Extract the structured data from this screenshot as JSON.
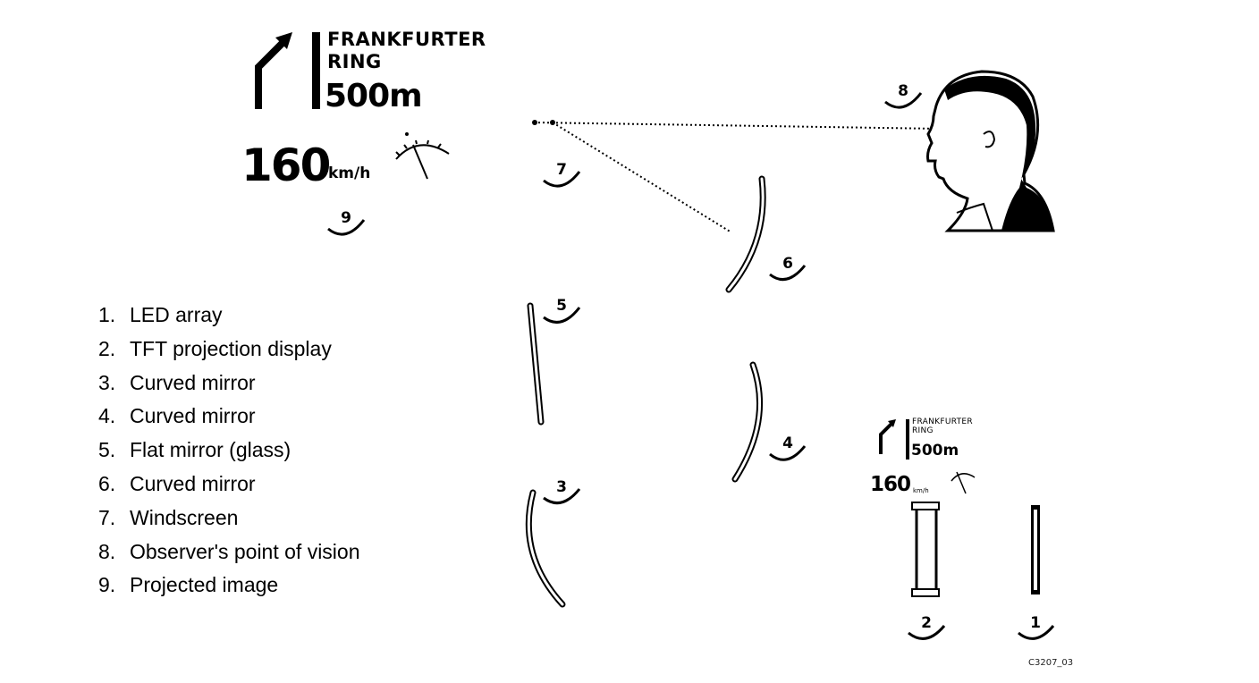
{
  "projected_image": {
    "sign_line1": "FRANKFURTER",
    "sign_line2": "RING",
    "distance": "500m",
    "speed": "160",
    "speed_unit": "km/h"
  },
  "small_display": {
    "sign_line1": "FRANKFURTER",
    "sign_line2": "RING",
    "distance": "500m",
    "speed": "160",
    "speed_unit": "km/h"
  },
  "callouts": [
    "1",
    "2",
    "3",
    "4",
    "5",
    "6",
    "7",
    "8",
    "9"
  ],
  "legend": [
    {
      "num": "1.",
      "label": "LED array"
    },
    {
      "num": "2.",
      "label": "TFT projection display"
    },
    {
      "num": "3.",
      "label": "Curved mirror"
    },
    {
      "num": "4.",
      "label": "Curved mirror"
    },
    {
      "num": "5.",
      "label": "Flat mirror (glass)"
    },
    {
      "num": "6.",
      "label": "Curved mirror"
    },
    {
      "num": "7.",
      "label": "Windscreen"
    },
    {
      "num": "8.",
      "label": "Observer's point of vision"
    },
    {
      "num": "9.",
      "label": "Projected image"
    }
  ],
  "figure_code": "C3207_03"
}
